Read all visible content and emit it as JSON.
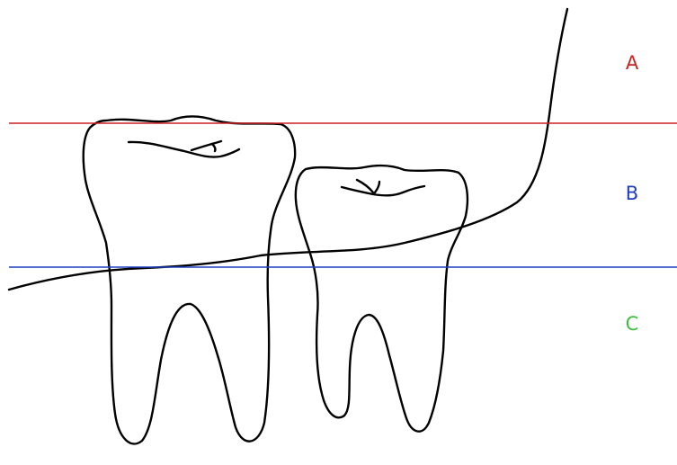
{
  "zones": [
    {
      "label": "A",
      "color": "#cc2222"
    },
    {
      "label": "B",
      "color": "#1f3fbf"
    },
    {
      "label": "C",
      "color": "#3fbf3f"
    }
  ],
  "lines": {
    "upper_color": "#cc2222",
    "lower_color": "#1f3fbf"
  },
  "drawing_color": "#000000"
}
